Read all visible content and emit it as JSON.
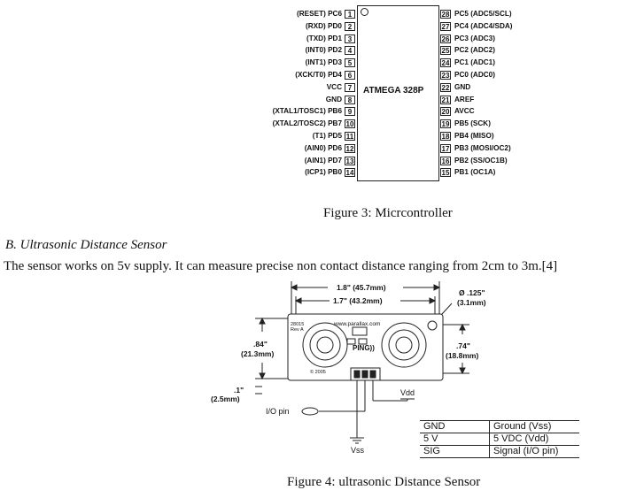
{
  "figure3": {
    "chip_label": "ATMEGA 328P",
    "left_pins": [
      {
        "num": "1",
        "label": "(RESET) PC6"
      },
      {
        "num": "2",
        "label": "(RXD) PD0"
      },
      {
        "num": "3",
        "label": "(TXD) PD1"
      },
      {
        "num": "4",
        "label": "(INT0) PD2"
      },
      {
        "num": "5",
        "label": "(INT1) PD3"
      },
      {
        "num": "6",
        "label": "(XCK/T0) PD4"
      },
      {
        "num": "7",
        "label": "VCC"
      },
      {
        "num": "8",
        "label": "GND"
      },
      {
        "num": "9",
        "label": "(XTAL1/TOSC1) PB6"
      },
      {
        "num": "10",
        "label": "(XTAL2/TOSC2) PB7"
      },
      {
        "num": "11",
        "label": "(T1) PD5"
      },
      {
        "num": "12",
        "label": "(AIN0) PD6"
      },
      {
        "num": "13",
        "label": "(AIN1) PD7"
      },
      {
        "num": "14",
        "label": "(ICP1) PB0"
      }
    ],
    "right_pins": [
      {
        "num": "28",
        "label": "PC5 (ADC5/SCL)"
      },
      {
        "num": "27",
        "label": "PC4 (ADC4/SDA)"
      },
      {
        "num": "26",
        "label": "PC3 (ADC3)"
      },
      {
        "num": "25",
        "label": "PC2 (ADC2)"
      },
      {
        "num": "24",
        "label": "PC1 (ADC1)"
      },
      {
        "num": "23",
        "label": "PC0 (ADC0)"
      },
      {
        "num": "22",
        "label": "GND"
      },
      {
        "num": "21",
        "label": "AREF"
      },
      {
        "num": "20",
        "label": "AVCC"
      },
      {
        "num": "19",
        "label": "PB5 (SCK)"
      },
      {
        "num": "18",
        "label": "PB4 (MISO)"
      },
      {
        "num": "17",
        "label": "PB3 (MOSI/OC2)"
      },
      {
        "num": "16",
        "label": "PB2 (SS/OC1B)"
      },
      {
        "num": "15",
        "label": "PB1 (OC1A)"
      }
    ],
    "caption": "Figure 3: Micrcontroller"
  },
  "section": {
    "heading": "B.    Ultrasonic Distance Sensor",
    "body": "The sensor works on 5v supply. It can measure precise non contact distance ranging from 2cm to 3m.[4]"
  },
  "figure4": {
    "dim_width_outer": "1.8\" (45.7mm)",
    "dim_width_inner": "1.7\" (43.2mm)",
    "dim_hole_1": "Ø .125\"",
    "dim_hole_2": "(3.1mm)",
    "dim_height_left_1": ".84\"",
    "dim_height_left_2": "(21.3mm)",
    "dim_height_right_1": ".74\"",
    "dim_height_right_2": "(18.8mm)",
    "dim_pin_1": ".1\"",
    "dim_pin_2": "(2.5mm)",
    "board_url": "www.parallax.com",
    "board_model": "28015",
    "board_rev": "Rev A",
    "board_name": "PING))",
    "board_copyright": "© 2005",
    "io_pin_label": "I/O pin",
    "vdd_label": "Vdd",
    "vss_label": "Vss",
    "pin_table": [
      {
        "pin": "GND",
        "desc": "Ground (Vss)"
      },
      {
        "pin": "5 V",
        "desc": "5 VDC (Vdd)"
      },
      {
        "pin": "SIG",
        "desc": "Signal (I/O pin)"
      }
    ],
    "caption": "Figure 4: ultrasonic Distance Sensor"
  }
}
